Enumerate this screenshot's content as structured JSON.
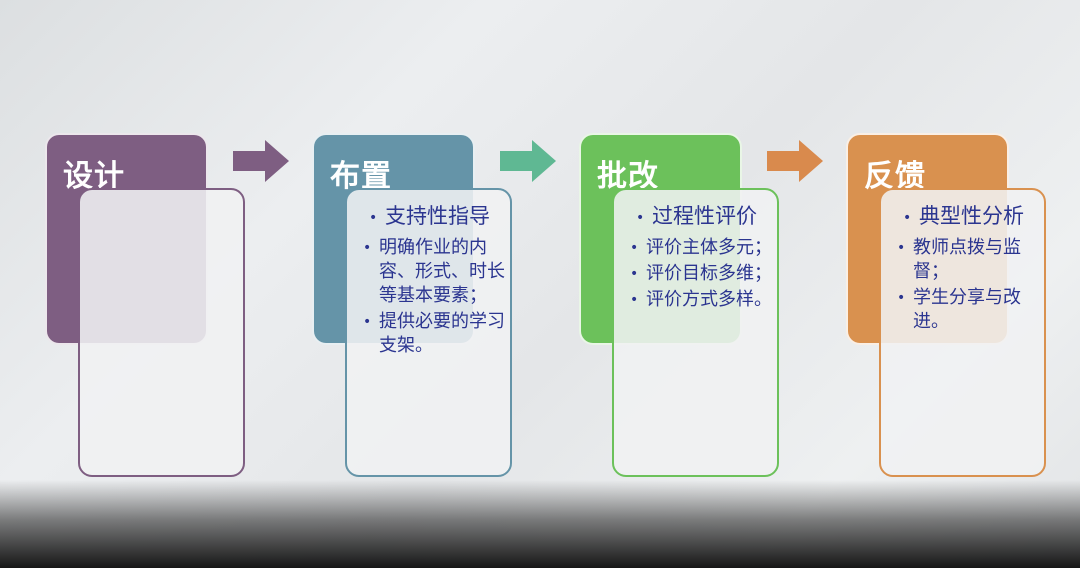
{
  "stages": [
    {
      "title": "设计",
      "color": "#7e5e82",
      "main": "",
      "items": []
    },
    {
      "title": "布置",
      "color": "#6594a8",
      "main": "支持性指导",
      "items": [
        "明确作业的内容、形式、时长等基本要素；",
        "提供必要的学习支架。"
      ]
    },
    {
      "title": "批改",
      "color": "#6cc15b",
      "main": "过程性评价",
      "items": [
        "评价主体多元；",
        "评价目标多维；",
        "评价方式多样。"
      ]
    },
    {
      "title": "反馈",
      "color": "#d9914f",
      "main": "典型性分析",
      "items": [
        "教师点拨与监督；",
        "学生分享与改进。"
      ]
    }
  ],
  "arrows": [
    {
      "icon": "right-arrow-icon",
      "color": "#7e5e82"
    },
    {
      "icon": "right-arrow-icon",
      "color": "#5fb893"
    },
    {
      "icon": "right-arrow-icon",
      "color": "#d98a4d"
    }
  ]
}
